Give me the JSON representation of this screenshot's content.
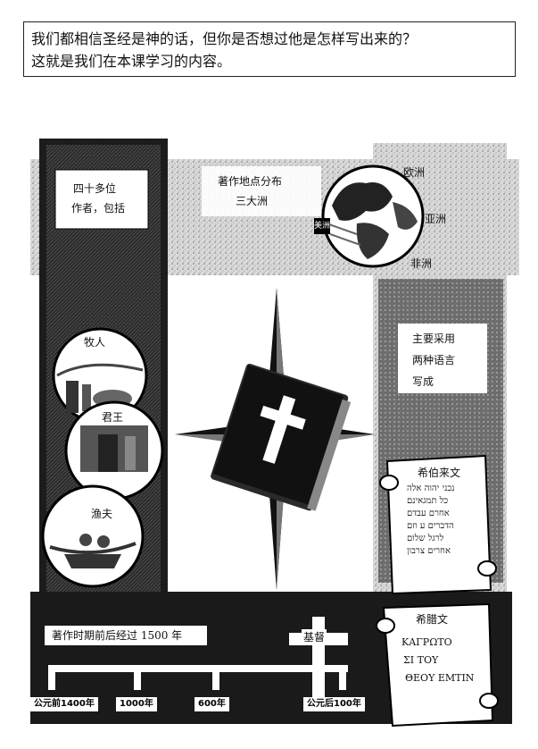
{
  "intro": {
    "line1": "我们都相信圣经是神的话，但你是否想过他是怎样写出来的？",
    "line2": "这就是我们在本课学习的内容。"
  },
  "panels": {
    "authors": {
      "line1": "四十多位",
      "line2": "作者，包括"
    },
    "locations": {
      "line1": "著作地点分布",
      "line2": "三大洲"
    },
    "continents": {
      "europe": "欧洲",
      "asia": "亚洲",
      "africa": "非洲",
      "america": "美洲"
    },
    "occupations": {
      "shepherd": "牧人",
      "king": "君王",
      "fisherman": "渔夫"
    },
    "languages": {
      "line1": "主要采用",
      "line2": "两种语言",
      "line3": "写成"
    },
    "hebrew": {
      "title": "希伯来文",
      "script": [
        "נכני יהוה אלה",
        "כל תמגאינם",
        "אחרם עבדם",
        "הדברים ע וזם",
        "לרגל שלום",
        "אחרים צרבון"
      ]
    },
    "greek": {
      "title": "希腊文",
      "script": [
        "ΚΑΓΡΩΤΟ",
        "ΣΙ ΤΟΥ",
        "ΘΕΟΥ ΕΜΤΙΝ"
      ]
    }
  },
  "timeline": {
    "caption": "著作时期前后经过 1500 年",
    "jesus": "基督",
    "marks": [
      "公元前1400年",
      "1000年",
      "600年",
      "公元后100年"
    ]
  },
  "colors": {
    "dark": "#1a1a1a",
    "mid": "#5a5a5a",
    "light": "#cfcfcf",
    "paper": "#f4f4f4"
  }
}
